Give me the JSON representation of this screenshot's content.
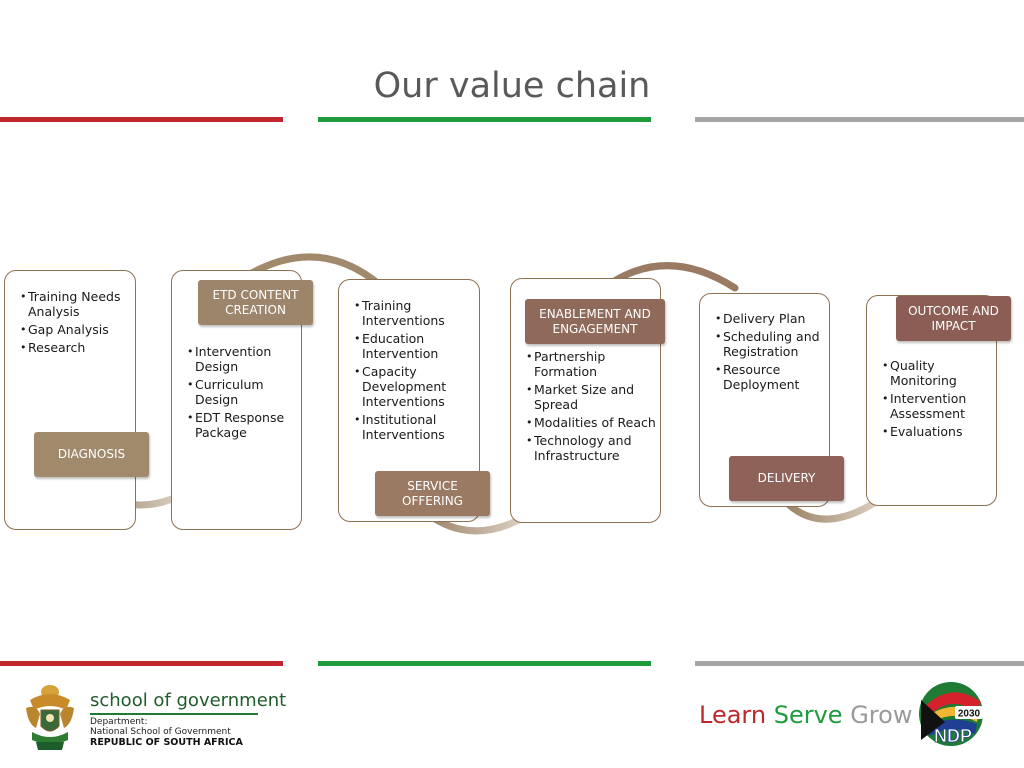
{
  "title": "Our value chain",
  "colors": {
    "red": "#c0272d",
    "green": "#1f9a3c",
    "grey": "#a6a6a6",
    "brown_line": "#8d7150",
    "labels": [
      "#a08a6b",
      "#9c856a",
      "#9a7a63",
      "#8f6a5b",
      "#8e6258",
      "#8b5d55"
    ]
  },
  "stages": [
    {
      "label": "DIAGNOSIS",
      "bullets": [
        "Training Needs Analysis",
        "Gap Analysis",
        "Research"
      ]
    },
    {
      "label": "ETD CONTENT CREATION",
      "bullets": [
        "Intervention Design",
        "Curriculum Design",
        "EDT  Response Package"
      ]
    },
    {
      "label": "SERVICE OFFERING",
      "bullets": [
        "Training Interventions",
        "Education Intervention",
        "Capacity Development Interventions",
        "Institutional Interventions"
      ]
    },
    {
      "label": "ENABLEMENT AND ENGAGEMENT",
      "bullets": [
        "Partnership Formation",
        "Market Size and Spread",
        "Modalities of Reach",
        "Technology and Infrastructure"
      ]
    },
    {
      "label": "DELIVERY",
      "bullets": [
        "Delivery Plan",
        "Scheduling and Registration",
        "Resource Deployment"
      ]
    },
    {
      "label": "OUTCOME AND IMPACT",
      "bullets": [
        "Quality Monitoring",
        "Intervention Assessment",
        "Evaluations"
      ]
    }
  ],
  "footer": {
    "org_name": "school of government",
    "dept_line1": "Department:",
    "dept_line2": "National School of Government",
    "country": "REPUBLIC OF SOUTH AFRICA",
    "slogan": {
      "learn": "Learn",
      "serve": "Serve",
      "grow": "Grow"
    },
    "ndp_year": "2030",
    "ndp_text": "NDP"
  }
}
